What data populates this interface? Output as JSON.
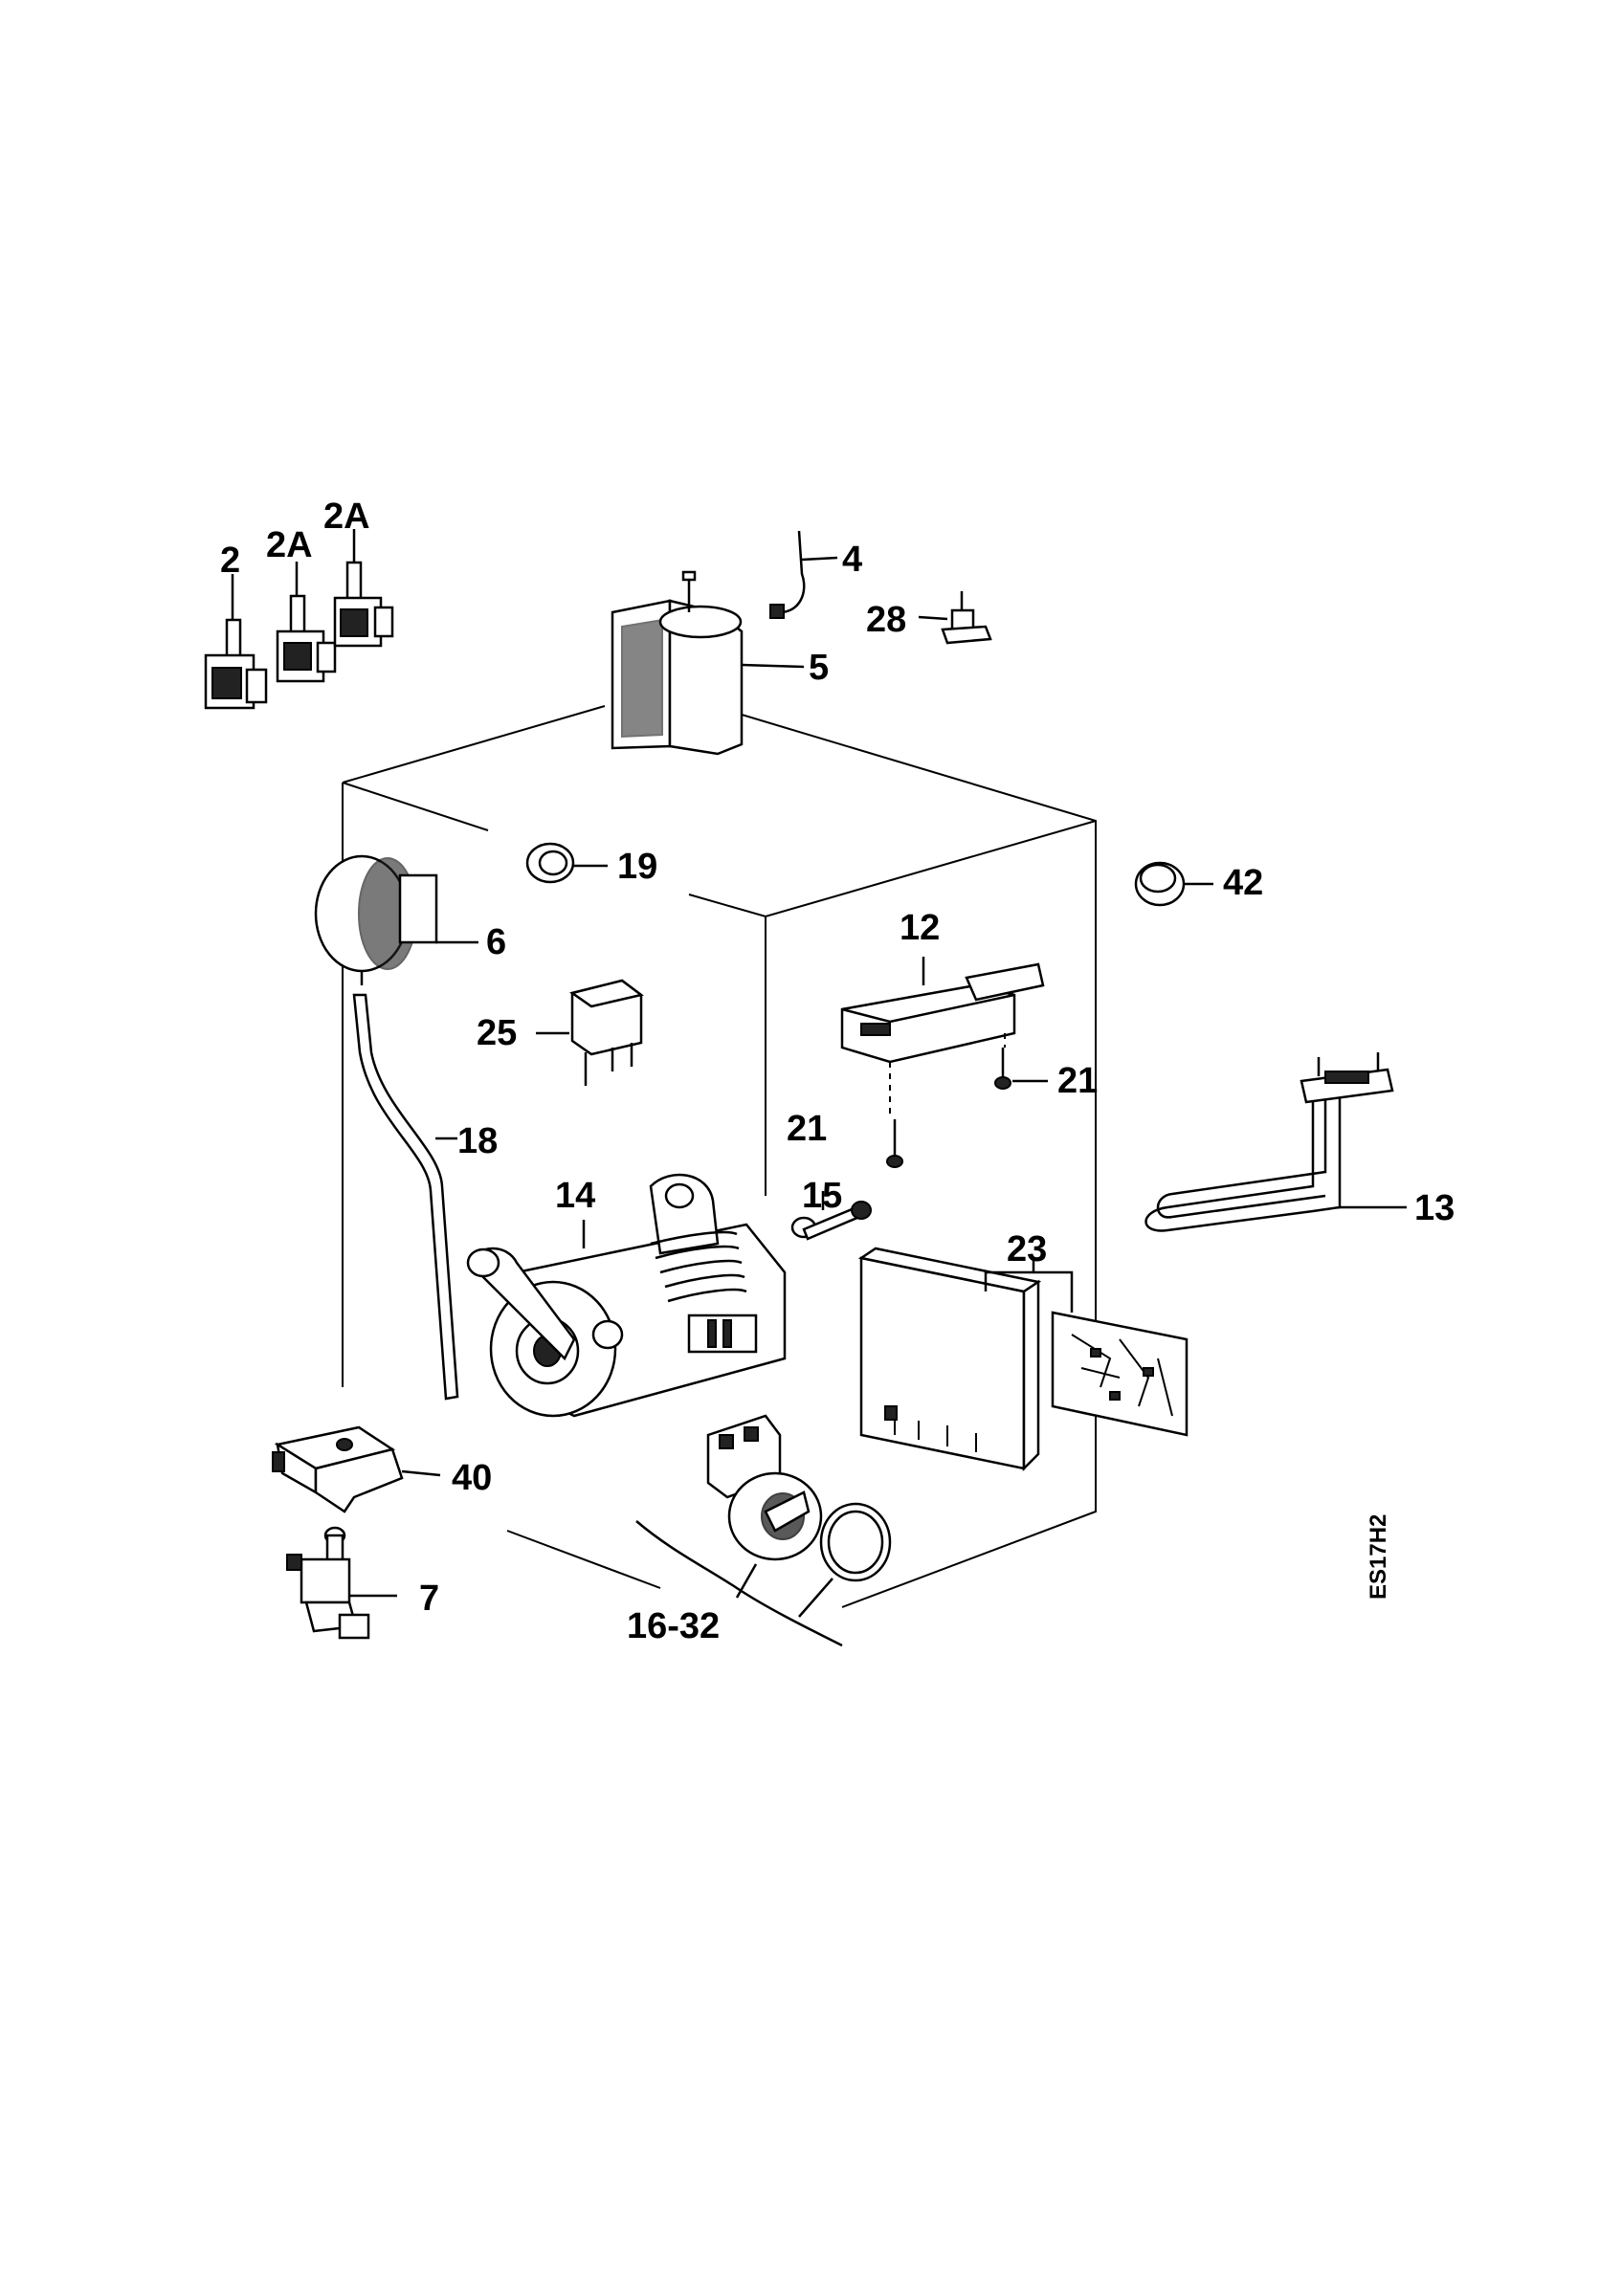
{
  "drawing_code": "ES17H2",
  "callouts": {
    "c2": "2",
    "c2a_1": "2A",
    "c2a_2": "2A",
    "c4": "4",
    "c5": "5",
    "c28": "28",
    "c19": "19",
    "c42": "42",
    "c6": "6",
    "c12": "12",
    "c25": "25",
    "c21_a": "21",
    "c21_b": "21",
    "c18": "18",
    "c13": "13",
    "c14": "14",
    "c15": "15",
    "c23": "23",
    "c40": "40",
    "c7": "7",
    "c16_32": "16-32"
  }
}
